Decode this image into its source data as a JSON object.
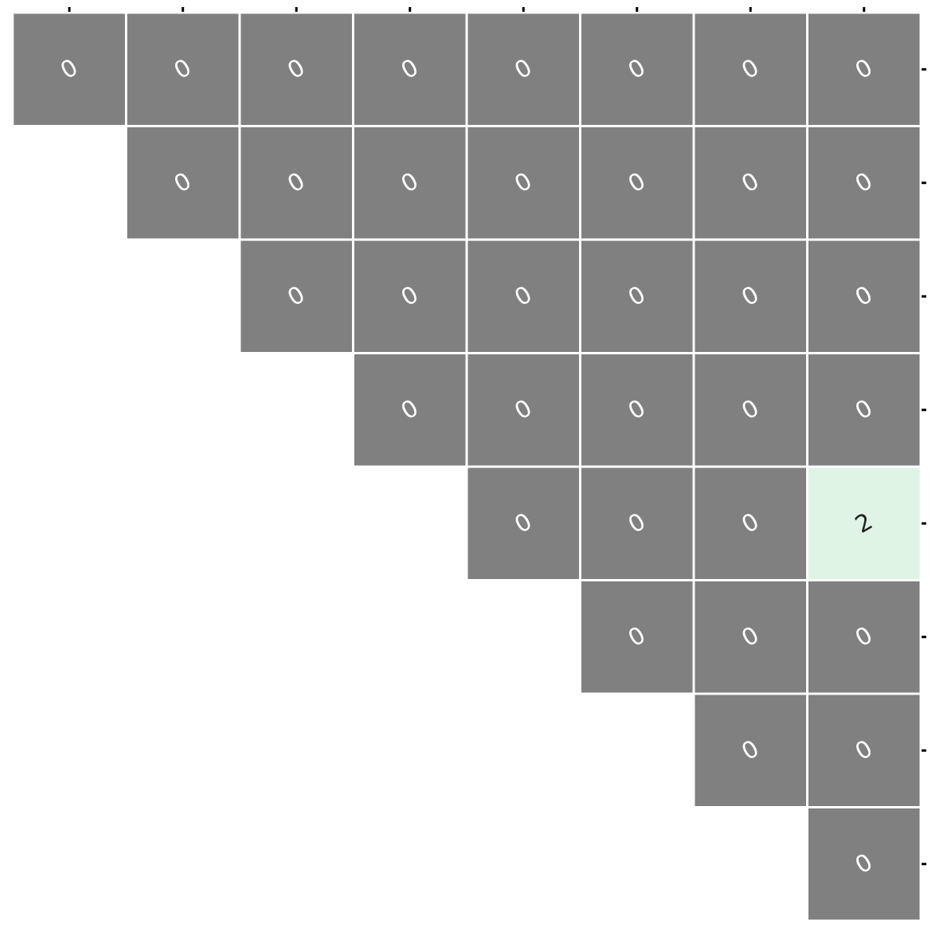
{
  "chart_data": {
    "type": "heatmap",
    "title": "",
    "xlabel": "",
    "ylabel": "",
    "x_tick_labels": [
      "",
      "",
      "",
      "",
      "",
      "",
      "",
      ""
    ],
    "y_tick_labels": [
      "",
      "",
      "",
      "",
      "",
      "",
      "",
      ""
    ],
    "layout": "upper-triangle",
    "grid_lines": true,
    "colors": {
      "zero": "#808080",
      "nonzero": "#dff4e4",
      "zero_text": "#ffffff",
      "nonzero_text": "#222222",
      "separator": "#ffffff",
      "tick": "#000000"
    },
    "values": [
      [
        "0",
        "0",
        "0",
        "0",
        "0",
        "0",
        "0",
        "0"
      ],
      [
        null,
        "0",
        "0",
        "0",
        "0",
        "0",
        "0",
        "0"
      ],
      [
        null,
        null,
        "0",
        "0",
        "0",
        "0",
        "0",
        "0"
      ],
      [
        null,
        null,
        null,
        "0",
        "0",
        "0",
        "0",
        "0"
      ],
      [
        null,
        null,
        null,
        null,
        "0",
        "0",
        "0",
        "2"
      ],
      [
        null,
        null,
        null,
        null,
        null,
        "0",
        "0",
        "0"
      ],
      [
        null,
        null,
        null,
        null,
        null,
        null,
        "0",
        "0"
      ],
      [
        null,
        null,
        null,
        null,
        null,
        null,
        null,
        "0"
      ]
    ]
  }
}
